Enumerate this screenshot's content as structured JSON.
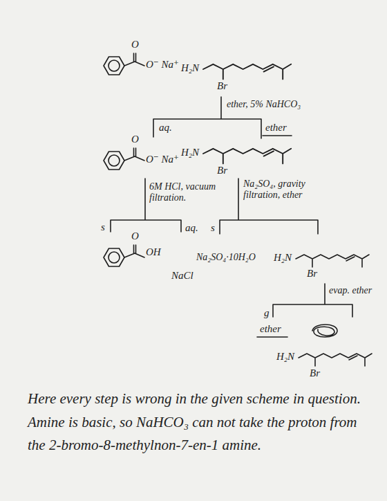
{
  "diagram": {
    "labels": [
      "O",
      "O⁻ Na⁺",
      "H₂N",
      "Br",
      "ether, 5% NaHCO₃",
      "aq.",
      "ether",
      "O",
      "O⁻ Na⁺",
      "H₂N",
      "Br",
      "6M HCl, vacuum filtration.",
      "Na₂SO₄, gravity filtration, ether",
      "s",
      "aq.",
      "s",
      "O",
      "OH",
      "NaCl",
      "Na₂SO₄·10H₂O",
      "H₂N",
      "Br",
      "evap. ether",
      "g",
      "ether",
      "H₂N",
      "Br",
      "Here every step is wrong in the given scheme in question. Amine is basic, so NaHCO₃ can not take the proton from the 2-bromo-8-methylnon-7-en-1 amine."
    ]
  }
}
